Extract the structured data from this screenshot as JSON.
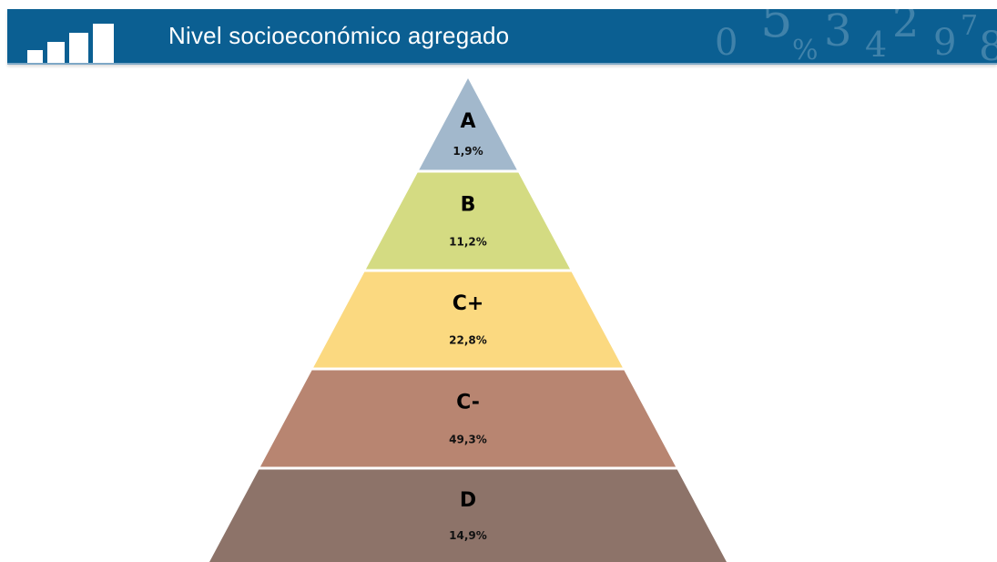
{
  "header": {
    "title": "Nivel socioeconómico agregado",
    "background": "#0b5f92",
    "decoration_glyphs": [
      "0",
      "5",
      "%",
      "3",
      "4",
      "2",
      "9",
      "7",
      "8"
    ]
  },
  "pyramid": {
    "levels": [
      {
        "label": "A",
        "percent": "1,9%",
        "color": "#a2b8cc"
      },
      {
        "label": "B",
        "percent": "11,2%",
        "color": "#d4db82"
      },
      {
        "label": "C+",
        "percent": "22,8%",
        "color": "#fbd980"
      },
      {
        "label": "C-",
        "percent": "49,3%",
        "color": "#b88571"
      },
      {
        "label": "D",
        "percent": "14,9%",
        "color": "#8d7369"
      }
    ]
  }
}
